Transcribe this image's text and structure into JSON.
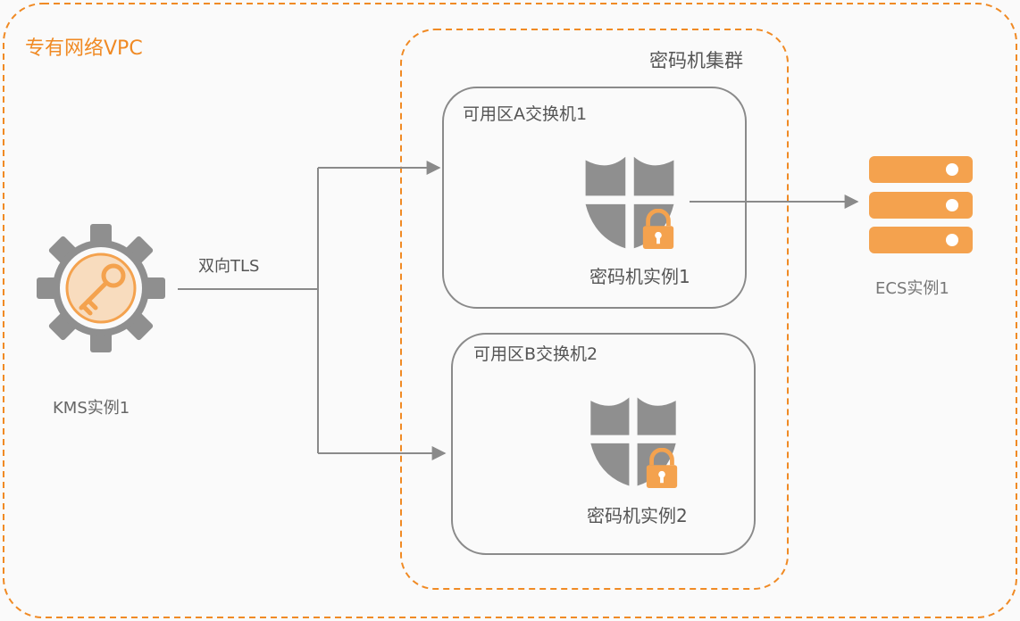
{
  "vpc": {
    "title": "专有网络VPC"
  },
  "cluster": {
    "title": "密码机集群",
    "zones": [
      {
        "title": "可用区A交换机1",
        "instance_label": "密码机实例1"
      },
      {
        "title": "可用区B交换机2",
        "instance_label": "密码机实例2"
      }
    ]
  },
  "connection": {
    "label": "双向TLS"
  },
  "kms": {
    "label": "KMS实例1"
  },
  "ecs": {
    "label": "ECS实例1"
  },
  "colors": {
    "accent_orange": "#f08a24",
    "icon_orange": "#f4a24e",
    "shield_gray": "#8f8f8f",
    "line_gray": "#8a8a8a",
    "text_gray": "#555555"
  },
  "icons": {
    "kms": "gear-with-key-icon",
    "hsm": "shield-with-lock-icon",
    "ecs": "server-stack-icon"
  }
}
